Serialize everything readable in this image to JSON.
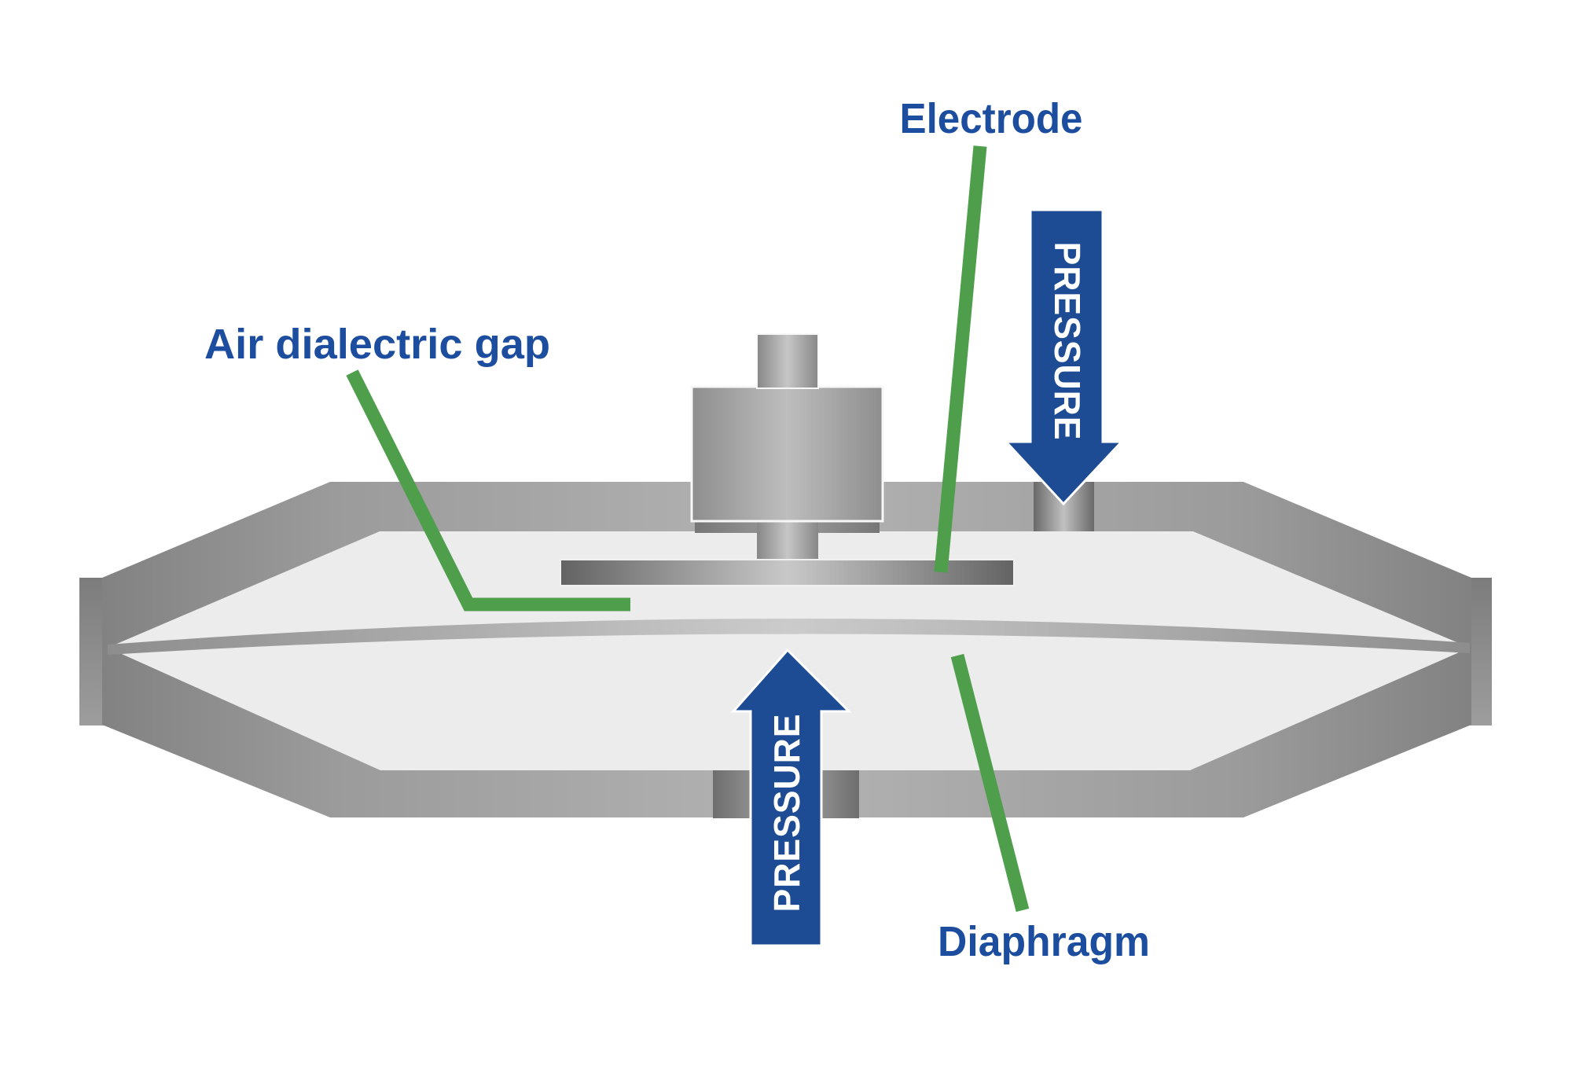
{
  "labels": {
    "electrode": "Electrode",
    "air_dielectric_gap": "Air dialectric gap",
    "diaphragm": "Diaphragm"
  },
  "arrows": {
    "top": {
      "label": "PRESSURE",
      "direction": "down"
    },
    "bottom": {
      "label": "PRESSURE",
      "direction": "up"
    }
  },
  "colors": {
    "label_blue": "#1d4d9e",
    "arrow_blue": "#1e4c94",
    "arrow_text_white": "#ffffff",
    "pointer_green": "#4f9e4c",
    "cavity_gray": "#ececec",
    "body_gray_edge": "#828282",
    "body_gray_center": "#b3b3b3"
  }
}
